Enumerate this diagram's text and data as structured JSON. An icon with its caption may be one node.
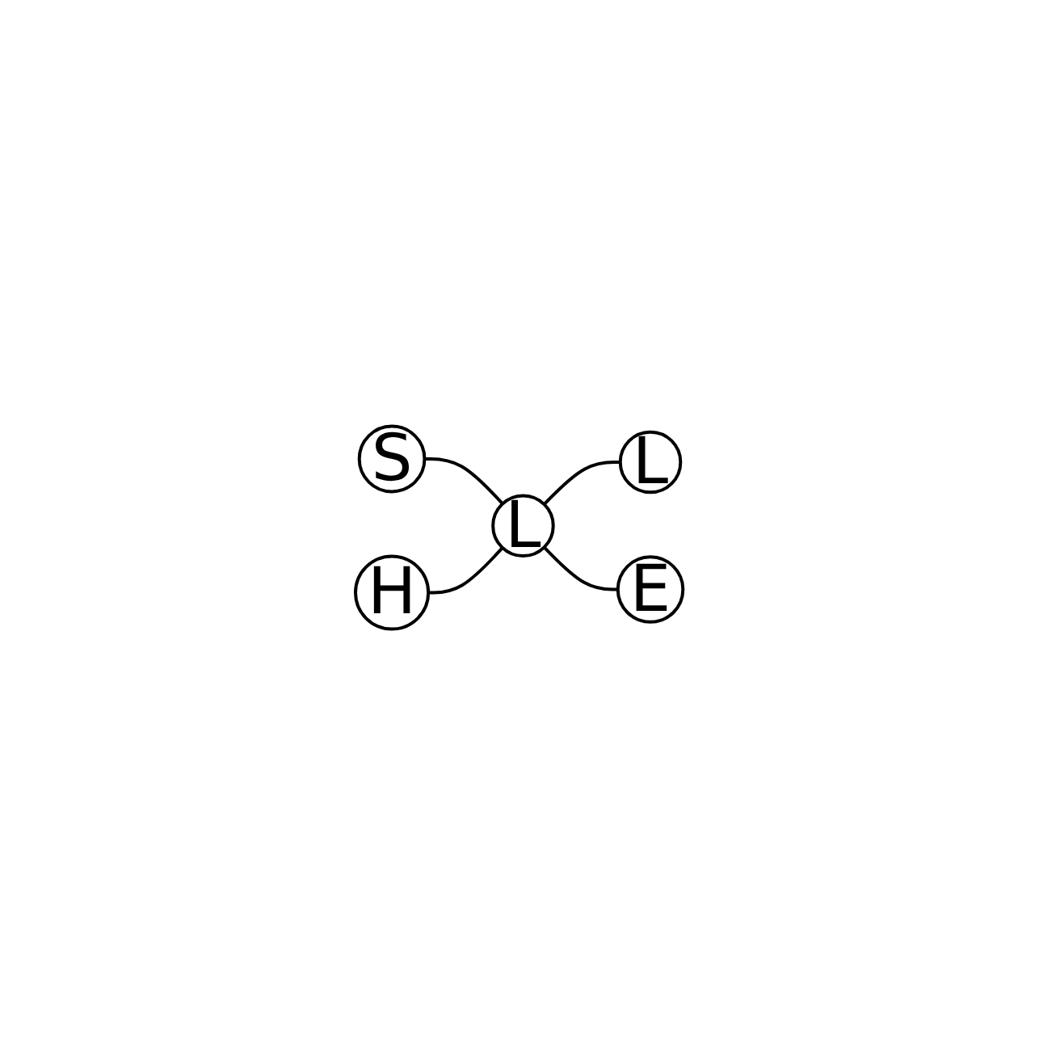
{
  "diagram": {
    "nodes": [
      {
        "text": [
          "S"
        ]
      },
      {
        "text": [
          "H"
        ]
      },
      {
        "text": [
          "L"
        ]
      },
      {
        "text": [
          "L"
        ]
      },
      {
        "text": [
          "E"
        ]
      }
    ],
    "edges": [
      {
        "from": 0,
        "to": 2,
        "arrow": "none"
      },
      {
        "from": 1,
        "to": 2,
        "arrow": "none"
      },
      {
        "from": 2,
        "to": 3,
        "arrow": "none"
      },
      {
        "from": 2,
        "to": 4,
        "arrow": "none"
      }
    ]
  }
}
